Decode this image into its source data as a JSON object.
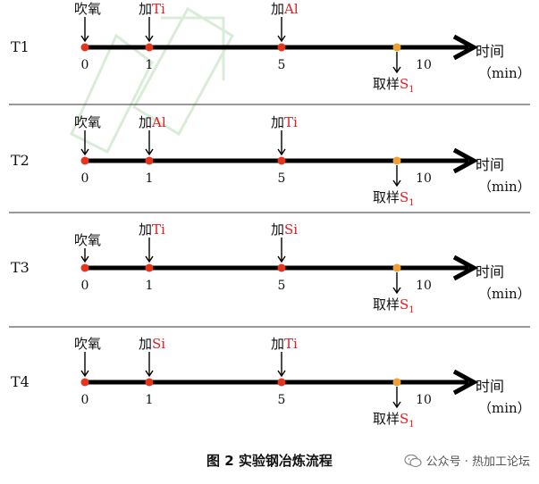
{
  "diagram": {
    "rows": [
      {
        "label": "T1",
        "events": [
          {
            "time": 0,
            "label_prefix": "吹氧",
            "element": "",
            "tick": "0"
          },
          {
            "time": 1,
            "label_prefix": "加",
            "element": "Ti",
            "tick": "1"
          },
          {
            "time": 5,
            "label_prefix": "加",
            "element": "Al",
            "tick": "5"
          }
        ],
        "sample": {
          "time": 8.5,
          "prefix": "取样",
          "symbol": "S",
          "sub": "1"
        },
        "end_tick": "10",
        "axis_label": "时间",
        "axis_unit": "（min）"
      },
      {
        "label": "T2",
        "events": [
          {
            "time": 0,
            "label_prefix": "吹氧",
            "element": "",
            "tick": "0"
          },
          {
            "time": 1,
            "label_prefix": "加",
            "element": "Al",
            "tick": "1"
          },
          {
            "time": 5,
            "label_prefix": "加",
            "element": "Ti",
            "tick": "5"
          }
        ],
        "sample": {
          "time": 8.5,
          "prefix": "取样",
          "symbol": "S",
          "sub": "1"
        },
        "end_tick": "10",
        "axis_label": "时间",
        "axis_unit": "（min）"
      },
      {
        "label": "T3",
        "events": [
          {
            "time": 0,
            "label_prefix": "吹氧",
            "element": "",
            "tick": "0"
          },
          {
            "time": 1,
            "label_prefix": "加",
            "element": "Ti",
            "tick": "1"
          },
          {
            "time": 5,
            "label_prefix": "加",
            "element": "Si",
            "tick": "5"
          }
        ],
        "sample": {
          "time": 8.5,
          "prefix": "取样",
          "symbol": "S",
          "sub": "1"
        },
        "end_tick": "10",
        "axis_label": "时间",
        "axis_unit": "（min）"
      },
      {
        "label": "T4",
        "events": [
          {
            "time": 0,
            "label_prefix": "吹氧",
            "element": "",
            "tick": "0"
          },
          {
            "time": 1,
            "label_prefix": "加",
            "element": "Si",
            "tick": "1"
          },
          {
            "time": 5,
            "label_prefix": "加",
            "element": "Ti",
            "tick": "5"
          }
        ],
        "sample": {
          "time": 8.5,
          "prefix": "取样",
          "symbol": "S",
          "sub": "1"
        },
        "end_tick": "10",
        "axis_label": "时间",
        "axis_unit": "（min）"
      }
    ]
  },
  "caption": {
    "text": "图 2  实验钢冶炼流程"
  },
  "credit": {
    "text": "公众号 · 热加工论坛",
    "icon": "wechat-icon"
  },
  "colors": {
    "event_dot": "#e8341c",
    "sample_dot": "#f0a030",
    "element_text": "#e02020",
    "axis": "#000000",
    "watermark": "#d8ecd8"
  }
}
